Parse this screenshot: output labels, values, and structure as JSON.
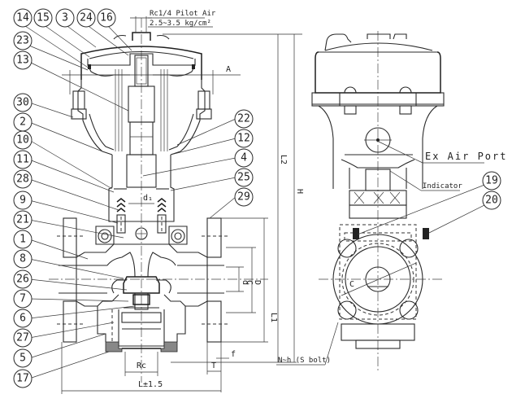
{
  "drawing": {
    "title": "Pilot-operated valve section and side view",
    "pilot_note": {
      "line1": "Rc1/4 Pilot Air",
      "line2": "2.5~3.5 kg/cm²"
    },
    "callouts": [
      {
        "id": "b14",
        "label": "14"
      },
      {
        "id": "b15",
        "label": "15"
      },
      {
        "id": "b3",
        "label": "3"
      },
      {
        "id": "b24",
        "label": "24"
      },
      {
        "id": "b16",
        "label": "16"
      },
      {
        "id": "b23",
        "label": "23"
      },
      {
        "id": "b13",
        "label": "13"
      },
      {
        "id": "b30",
        "label": "30"
      },
      {
        "id": "b2",
        "label": "2"
      },
      {
        "id": "b10",
        "label": "10"
      },
      {
        "id": "b11",
        "label": "11"
      },
      {
        "id": "b28",
        "label": "28"
      },
      {
        "id": "b9",
        "label": "9"
      },
      {
        "id": "b21",
        "label": "21"
      },
      {
        "id": "b1",
        "label": "1"
      },
      {
        "id": "b8",
        "label": "8"
      },
      {
        "id": "b26",
        "label": "26"
      },
      {
        "id": "b7",
        "label": "7"
      },
      {
        "id": "b6",
        "label": "6"
      },
      {
        "id": "b27",
        "label": "27"
      },
      {
        "id": "b5",
        "label": "5"
      },
      {
        "id": "b17",
        "label": "17"
      },
      {
        "id": "b22",
        "label": "22"
      },
      {
        "id": "b12",
        "label": "12"
      },
      {
        "id": "b4",
        "label": "4"
      },
      {
        "id": "b25",
        "label": "25"
      },
      {
        "id": "b29",
        "label": "29"
      },
      {
        "id": "b19",
        "label": "19"
      },
      {
        "id": "b20",
        "label": "20"
      }
    ],
    "dimensions": {
      "A": "A",
      "L2": "L2",
      "H": "H",
      "L1": "L1",
      "d": "d",
      "C": "C",
      "D": "D",
      "d1": "d₁",
      "Rc": "Rc",
      "T": "T",
      "f": "f",
      "L": "L±1.5",
      "C_side": "C"
    },
    "side_labels": {
      "ex_air_port": "Ex Air Port",
      "indicator": "Indicator",
      "bolts": "N~h (S bolt)"
    }
  }
}
